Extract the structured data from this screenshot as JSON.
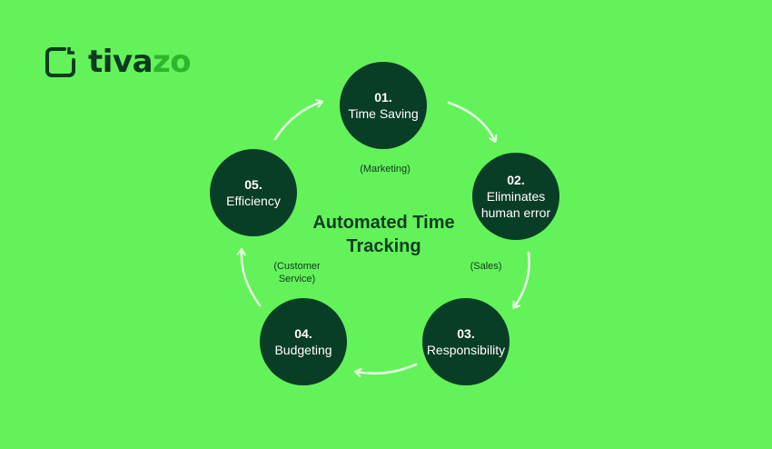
{
  "brand": {
    "name_dark": "tiva",
    "name_light": "zo",
    "icon": "logo-mark-icon",
    "colors": {
      "dark": "#0b3b1f",
      "light": "#2fb52c"
    }
  },
  "diagram": {
    "title": "Automated Time Tracking",
    "title_lines": [
      "Automated Time",
      "Tracking"
    ],
    "background": "#63f25a",
    "node_color": "#083d26",
    "steps": [
      {
        "number": "01.",
        "label": "Time Saving"
      },
      {
        "number": "02.",
        "label_lines": [
          "Eliminates",
          "human error"
        ],
        "label": "Eliminates human error"
      },
      {
        "number": "03.",
        "label": "Responsibility"
      },
      {
        "number": "04.",
        "label": "Budgeting"
      },
      {
        "number": "05.",
        "label": "Efficiency"
      }
    ],
    "notes": {
      "marketing": "(Marketing)",
      "sales": "(Sales)",
      "customer_service_lines": [
        "(Customer",
        "Service)"
      ]
    },
    "arrows": [
      "arrow-05-to-01",
      "arrow-01-to-02",
      "arrow-02-to-03",
      "arrow-03-to-04",
      "arrow-04-to-05"
    ]
  }
}
